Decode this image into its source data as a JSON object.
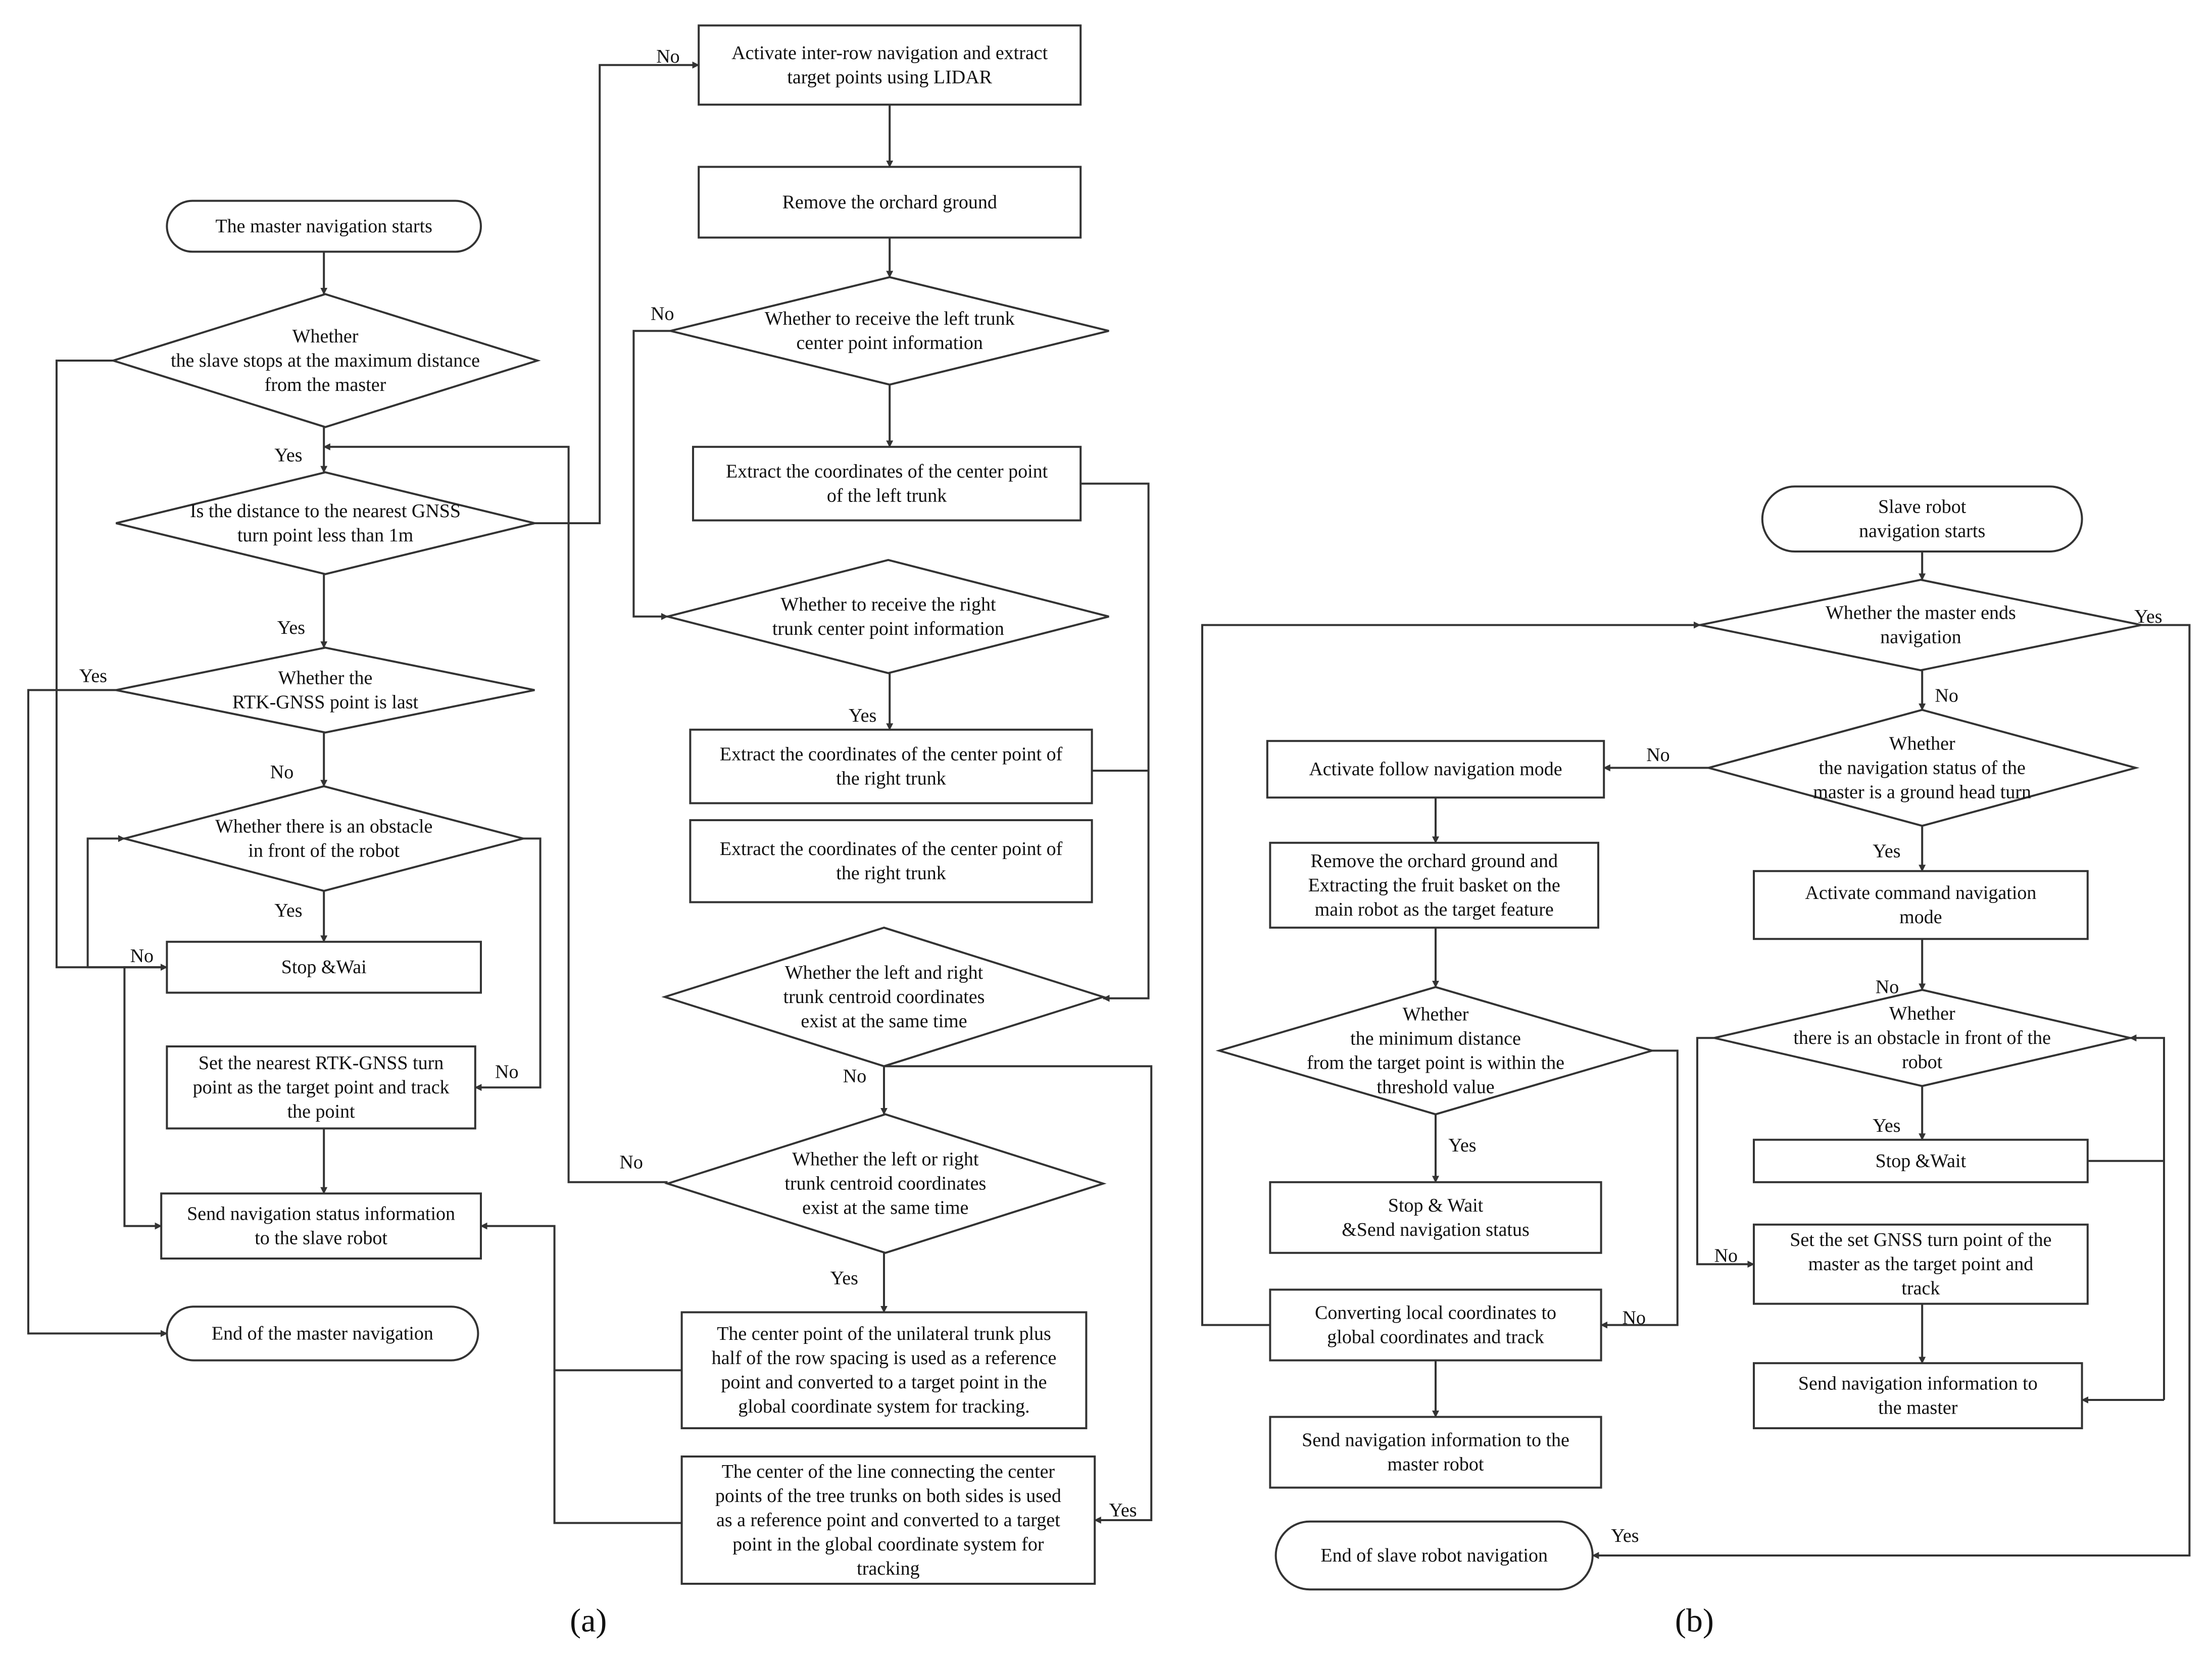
{
  "panel_a": {
    "caption": "(a)",
    "nodes": {
      "a_start": [
        "The master navigation starts"
      ],
      "a_d1": [
        "Whether",
        "the slave  stops at the maximum distance",
        "from the master"
      ],
      "a_d2": [
        "Is the distance to the nearest GNSS",
        "turn point less than 1m"
      ],
      "a_d3": [
        "Whether the",
        "RTK-GNSS point is last"
      ],
      "a_d4": [
        "Whether there is an obstacle",
        "in front of the robot"
      ],
      "a_stop": [
        "Stop &Wai"
      ],
      "a_set": [
        "Set the nearest RTK-GNSS turn",
        "point as the target point and track",
        "the point"
      ],
      "a_send": [
        "Send navigation status information",
        "to the slave robot"
      ],
      "a_end": [
        "End of the master navigation"
      ],
      "a_lidar": [
        "Activate inter-row navigation and extract",
        "target points using LIDAR"
      ],
      "a_remove": [
        "Remove the orchard ground"
      ],
      "a_dl": [
        "Whether to receive the left trunk",
        "center point information"
      ],
      "a_exl": [
        "Extract the coordinates of the center point",
        "of the left trunk"
      ],
      "a_dr": [
        "Whether to receive the right",
        "trunk center point information"
      ],
      "a_exr": [
        "Extract the coordinates of the center point of",
        "the right trunk"
      ],
      "a_exr2": [
        "Extract the coordinates of the center point of",
        "the right trunk"
      ],
      "a_dboth": [
        "Whether the left and right",
        "trunk centroid coordinates",
        "exist at the same time"
      ],
      "a_dor": [
        "Whether the left or right",
        "trunk centroid coordinates",
        "exist at the same time"
      ],
      "a_uni": [
        "The center point of the unilateral trunk plus",
        "half of the row spacing is used as a reference",
        "point and converted to a target point in the",
        "global coordinate system for tracking."
      ],
      "a_cen": [
        "The center of the line connecting the center",
        "points of the tree trunks on both sides is used",
        "as a reference point and converted to a target",
        "point in the global coordinate system for",
        "tracking"
      ]
    },
    "labels": {
      "no_lidar": "No",
      "yes_d1": "Yes",
      "yes_d2": "Yes",
      "yes_d3": "Yes",
      "no_d3": "No",
      "yes_d4": "Yes",
      "no_stop": "No",
      "no_d4": "No",
      "no_dl": "No",
      "yes_dr": "Yes",
      "no_dboth": "No",
      "no_dor": "No",
      "yes_dor": "Yes",
      "yes_cen": "Yes"
    }
  },
  "panel_b": {
    "caption": "(b)",
    "nodes": {
      "b_start": [
        "Slave robot",
        "navigation starts"
      ],
      "b_d1": [
        "Whether the master ends",
        "navigation"
      ],
      "b_d2": [
        "Whether",
        "the navigation status of the",
        "master  is a ground head turn"
      ],
      "b_follow": [
        "Activate  follow navigation mode"
      ],
      "b_remove": [
        "Remove the orchard ground and",
        "Extracting the fruit basket on the",
        "main robot as the target feature"
      ],
      "b_dmin": [
        "Whether",
        "the minimum distance",
        "from the target point is within the",
        "threshold value"
      ],
      "b_stop": [
        "Stop & Wait",
        "&Send navigation status"
      ],
      "b_conv": [
        "Converting local coordinates to",
        "global coordinates and track"
      ],
      "b_sendm": [
        "Send navigation information to the",
        "master robot"
      ],
      "b_end": [
        "End of slave robot navigation"
      ],
      "b_cmd": [
        "Activate command navigation",
        "mode"
      ],
      "b_dobs": [
        "Whether",
        "there is an obstacle in front of the",
        "robot"
      ],
      "b_stopw": [
        "Stop &Wait"
      ],
      "b_set": [
        "Set the set GNSS turn point of the",
        "master as the target point and",
        "track"
      ],
      "b_sendi": [
        "Send navigation information to",
        "the master"
      ]
    },
    "labels": {
      "yes_d1": "Yes",
      "no_d1": "No",
      "no_d2": "No",
      "yes_d2": "Yes",
      "yes_dmin": "Yes",
      "no_dmin": "No",
      "yes_end": "Yes",
      "no_dobs_top": "No",
      "yes_dobs": "Yes",
      "no_dobs_left": "No"
    }
  }
}
